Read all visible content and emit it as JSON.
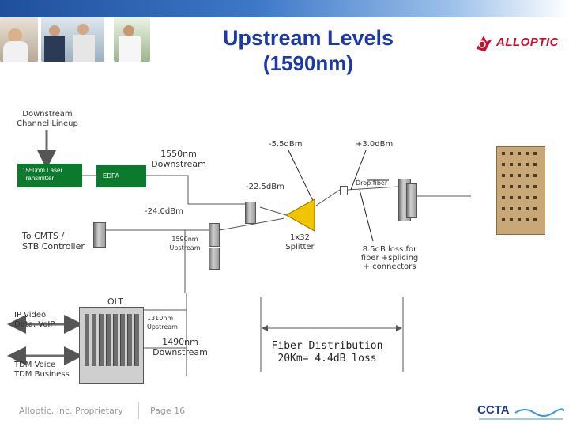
{
  "header": {
    "title_line1": "Upstream Levels",
    "title_line2": "(1590nm)",
    "logo_text": "ALLOPTIC",
    "footer_logo_text": "CCTA"
  },
  "labels": {
    "downstream_lineup": "Downstream\nChannel Lineup",
    "laser_tx": "1550nm Laser\nTransmitter",
    "edfa": "EDFA",
    "downstream_1550": "1550nm\nDownstream",
    "power_neg5_5": "-5.5dBm",
    "power_pos3": "+3.0dBm",
    "drop_fiber": "Drop fiber",
    "power_neg22_5": "-22.5dBm",
    "power_neg24": "-24.0dBm",
    "cmts": "To CMTS /\nSTB Controller",
    "upstream_1590": "1590nm\nUpstream",
    "splitter": "1x32\nSplitter",
    "loss_note": "8.5dB loss for\nfiber +splicing\n+ connectors",
    "olt": "OLT",
    "ip_video": "IP Video\nData, VoIP",
    "upstream_1310": "1310nm\nUpstream",
    "downstream_1490": "1490nm\nDownstream",
    "tdm": "TDM Voice\nTDM Business",
    "fiber_distribution": "Fiber Distribution\n20Km= 4.4dB loss"
  },
  "footer": {
    "company": "Alloptic, Inc. Proprietary",
    "page": "Page 16"
  },
  "colors": {
    "title": "#1b3aa8",
    "green_box": "#0c7a2c",
    "splitter": "#f2c300",
    "alloptic_red": "#c8102e"
  }
}
